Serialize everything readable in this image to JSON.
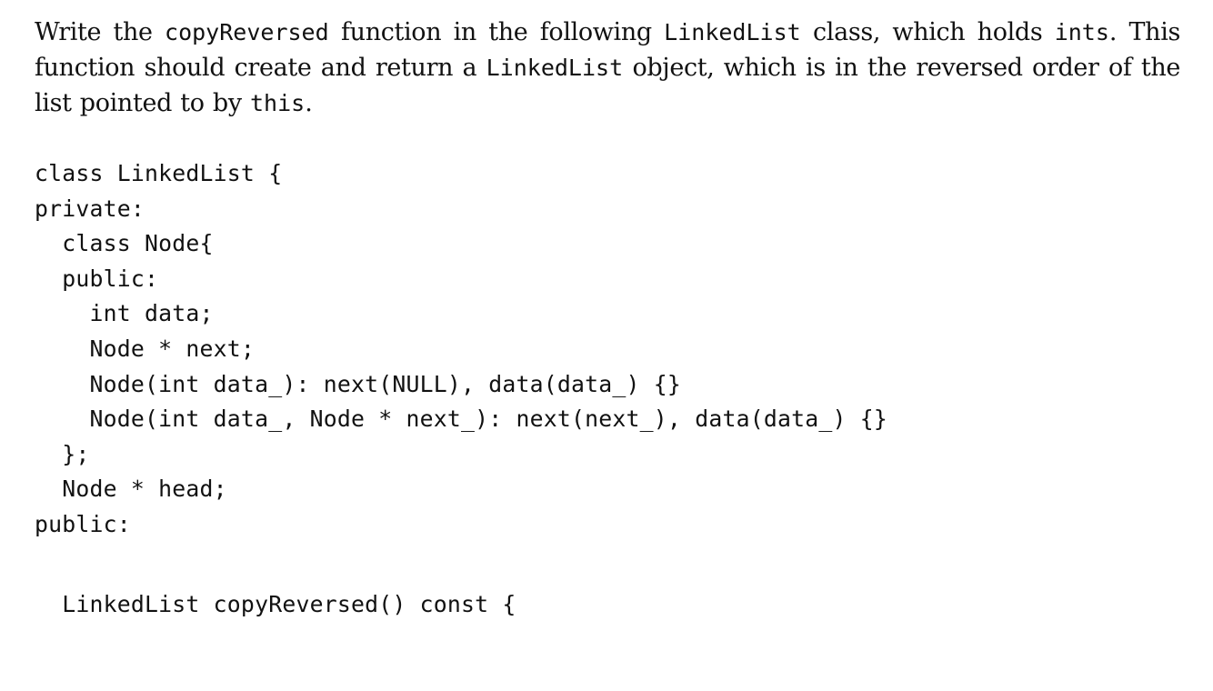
{
  "question": {
    "text_1": "Write the ",
    "code_1": "copyReversed",
    "text_2": " function in the following ",
    "code_2": "LinkedList",
    "text_3": " class, which holds ",
    "code_3": "ints",
    "text_4": ". This function should create and return a ",
    "code_4": "LinkedList",
    "text_5": " object, which is in the reversed order of the list pointed to by ",
    "code_5": "this",
    "text_6": "."
  },
  "code_lines": [
    "class LinkedList {",
    "private:",
    "  class Node{",
    "  public:",
    "    int data;",
    "    Node * next;",
    "    Node(int data_): next(NULL), data(data_) {}",
    "    Node(int data_, Node * next_): next(next_), data(data_) {}",
    "  };",
    "  Node * head;",
    "public:",
    "",
    "  LinkedList copyReversed() const {"
  ]
}
